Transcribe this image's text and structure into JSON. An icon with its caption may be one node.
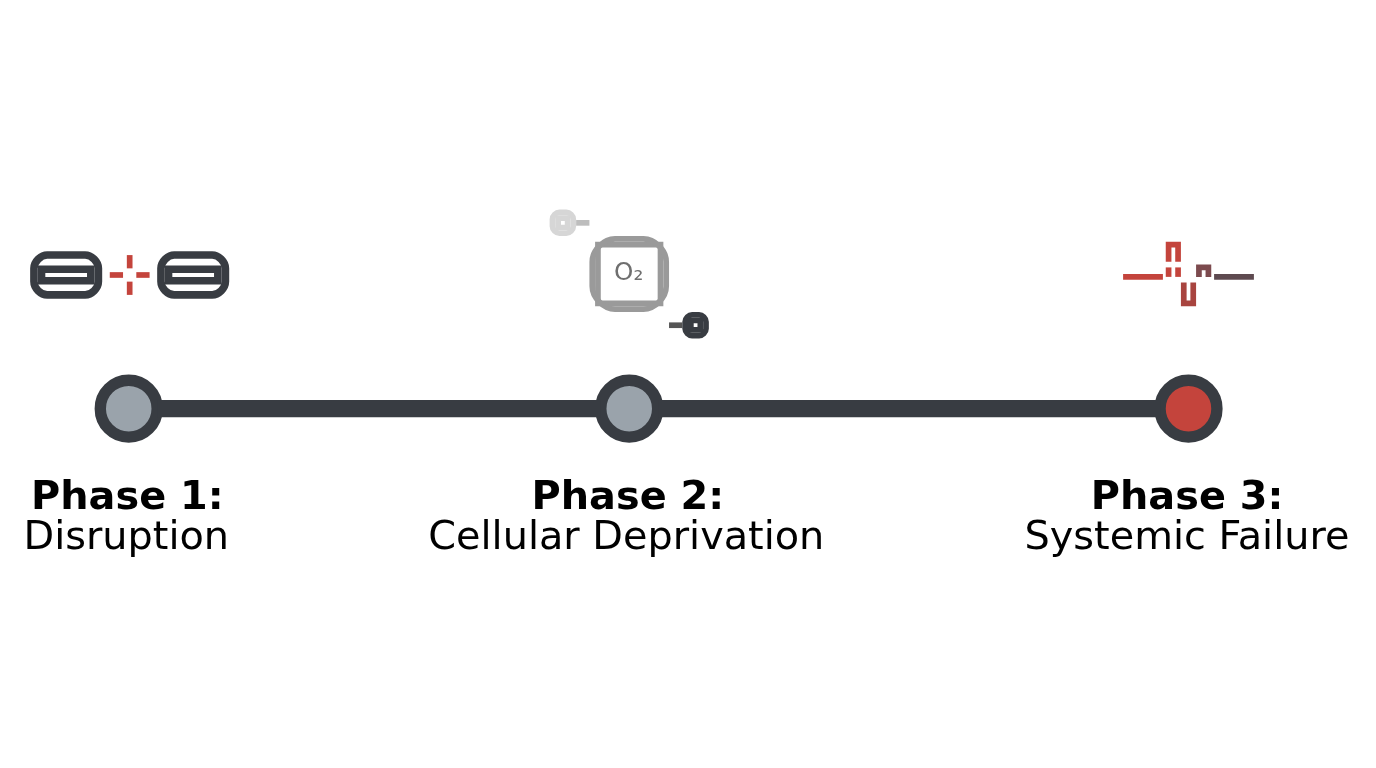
{
  "diagram": {
    "nodes": [
      {
        "text": [],
        "shape": "picture"
      },
      {
        "text": [
          "O₂"
        ]
      },
      {
        "text": [],
        "shape": "picture"
      },
      {
        "text": [],
        "shape": "circle",
        "beside": [
          "Phase 1:",
          "Disruption"
        ]
      },
      {
        "text": [],
        "shape": "circle",
        "beside": [
          "Phase 2:",
          "Cellular Deprivation"
        ]
      },
      {
        "text": [],
        "shape": "circle",
        "beside": [
          "Phase 3:",
          "Systemic Failure"
        ]
      }
    ],
    "edges": [
      {
        "from": 3,
        "to": 4,
        "arrow": "none"
      },
      {
        "from": 4,
        "to": 5,
        "arrow": "none"
      }
    ]
  }
}
